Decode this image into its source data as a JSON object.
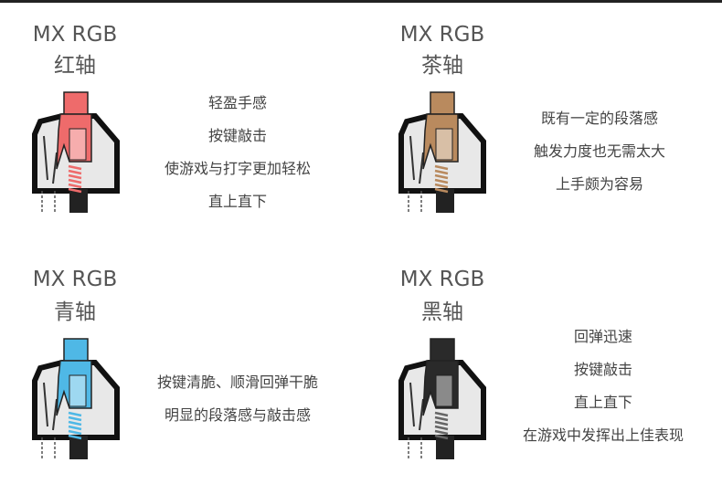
{
  "switches": [
    {
      "model": "MX RGB",
      "name": "红轴",
      "color": "#ee6b6b",
      "lines": [
        "轻盈手感",
        "按键敲击",
        "使游戏与打字更加轻松",
        "直上直下"
      ]
    },
    {
      "model": "MX RGB",
      "name": "茶轴",
      "color": "#b98a5e",
      "lines": [
        "既有一定的段落感",
        "触发力度也无需太大",
        "上手颇为容易"
      ]
    },
    {
      "model": "MX RGB",
      "name": "青轴",
      "color": "#4fb8e6",
      "lines": [
        "按键清脆、顺滑回弹干脆",
        "明显的段落感与敲击感"
      ]
    },
    {
      "model": "MX RGB",
      "name": "黑轴",
      "color": "#2a2a2a",
      "lines": [
        "回弹迅速",
        "按键敲击",
        "直上直下",
        "在游戏中发挥出上佳表现"
      ]
    }
  ]
}
